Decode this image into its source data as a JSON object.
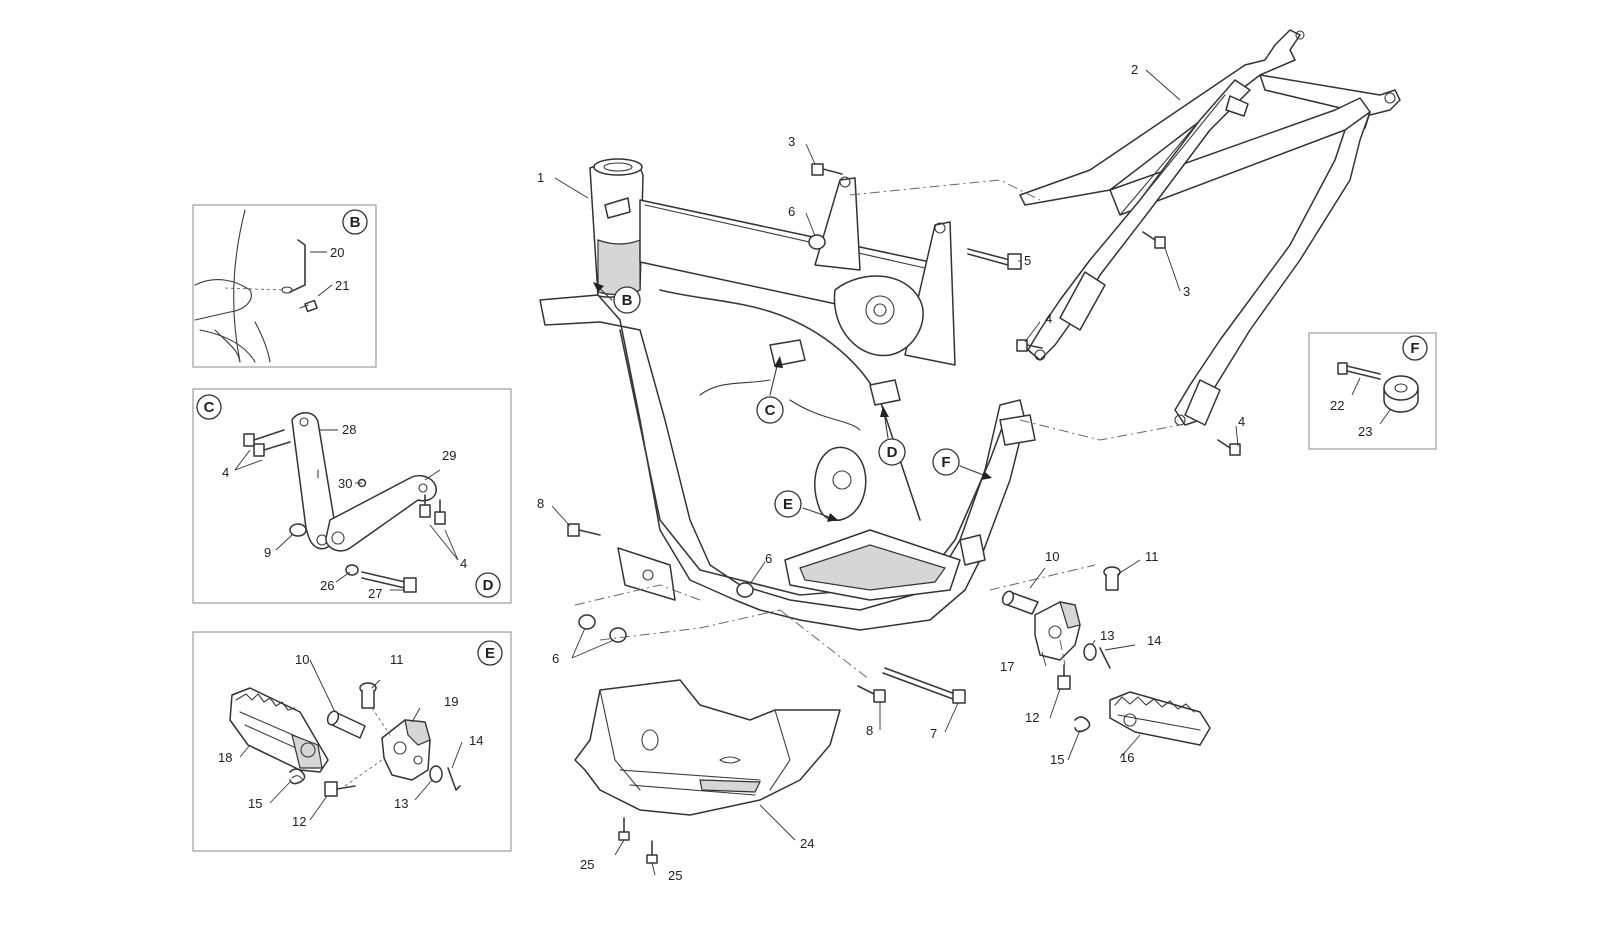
{
  "callouts": {
    "c1": "1",
    "c2": "2",
    "c3a": "3",
    "c3b": "3",
    "c4a": "4",
    "c4b": "4",
    "c6a": "6",
    "c6b": "6",
    "c6c": "6",
    "c7": "7",
    "c8a": "8",
    "c8b": "8",
    "c10": "10",
    "c11": "11",
    "c12": "12",
    "c13": "13",
    "c14": "14",
    "c15": "15",
    "c16": "16",
    "c17": "17",
    "c24": "24",
    "c25a": "25",
    "c25b": "25"
  },
  "frame_refs": {
    "B": "B",
    "C": "C",
    "D": "D",
    "E": "E",
    "F": "F"
  },
  "box_b": {
    "ref": "B",
    "c20": "20",
    "c21": "21"
  },
  "box_c": {
    "ref": "C",
    "ref_d": "D",
    "c4a": "4",
    "c4b": "4",
    "c9": "9",
    "c26": "26",
    "c27": "27",
    "c28": "28",
    "c29": "29",
    "c30": "30"
  },
  "box_e": {
    "ref": "E",
    "c10": "10",
    "c11": "11",
    "c12": "12",
    "c13": "13",
    "c14": "14",
    "c15": "15",
    "c18": "18",
    "c19": "19"
  },
  "box_f": {
    "ref": "F",
    "c22": "22",
    "c23": "23"
  }
}
